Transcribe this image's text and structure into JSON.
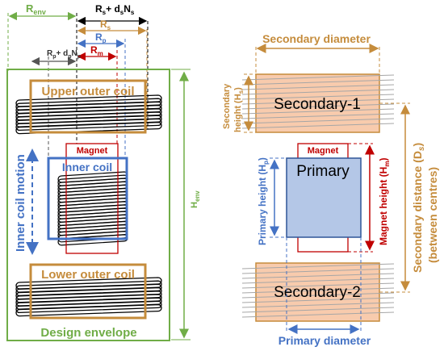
{
  "left_diagram": {
    "r_env": "R",
    "r_env_sub": "env",
    "rs_dsns": {
      "a": "R",
      "a_sub": "s",
      "b": "+ d",
      "b_sub": "s",
      "c": "N",
      "c_sub": "s"
    },
    "r_s": "R",
    "r_s_sub": "s",
    "r_p": "R",
    "r_p_sub": "p",
    "rp_dpnp": {
      "a": "R",
      "a_sub": "p",
      "b": "+ d",
      "b_sub": "p",
      "c": "N",
      "c_sub": "p"
    },
    "r_m": "R",
    "r_m_sub": "m",
    "upper_outer_coil": "Upper outer coil",
    "magnet": "Magnet",
    "inner_coil": "Inner coil",
    "inner_coil_motion": "Inner coil motion",
    "h_env": "H",
    "h_env_sub": "env",
    "lower_outer_coil": "Lower outer coil",
    "design_envelope": "Design envelope"
  },
  "right_diagram": {
    "secondary_diameter": "Secondary diameter",
    "secondary_height": "Secondary",
    "secondary_height_2": "height (H",
    "secondary_height_sub": "s",
    "secondary_1": "Secondary-1",
    "magnet": "Magnet",
    "primary": "Primary",
    "primary_height": "Primary height (H",
    "primary_height_sub": "p",
    "magnet_height": "Magnet height (H",
    "magnet_height_sub": "m",
    "secondary_distance": "Secondary distance (D",
    "secondary_distance_sub": "s",
    "between_centres": "(between centres)",
    "secondary_2": "Secondary-2",
    "primary_diameter": "Primary diameter"
  },
  "colors": {
    "green": "#70ad47",
    "orange": "#c58c3c",
    "blue": "#4472c4",
    "red": "#c00000",
    "navy": "#2f5597",
    "coil": "#000000",
    "secondary_fill": "#f8cbad",
    "primary_fill": "#b4c7e7",
    "magnet_fill": "#ffffff"
  }
}
